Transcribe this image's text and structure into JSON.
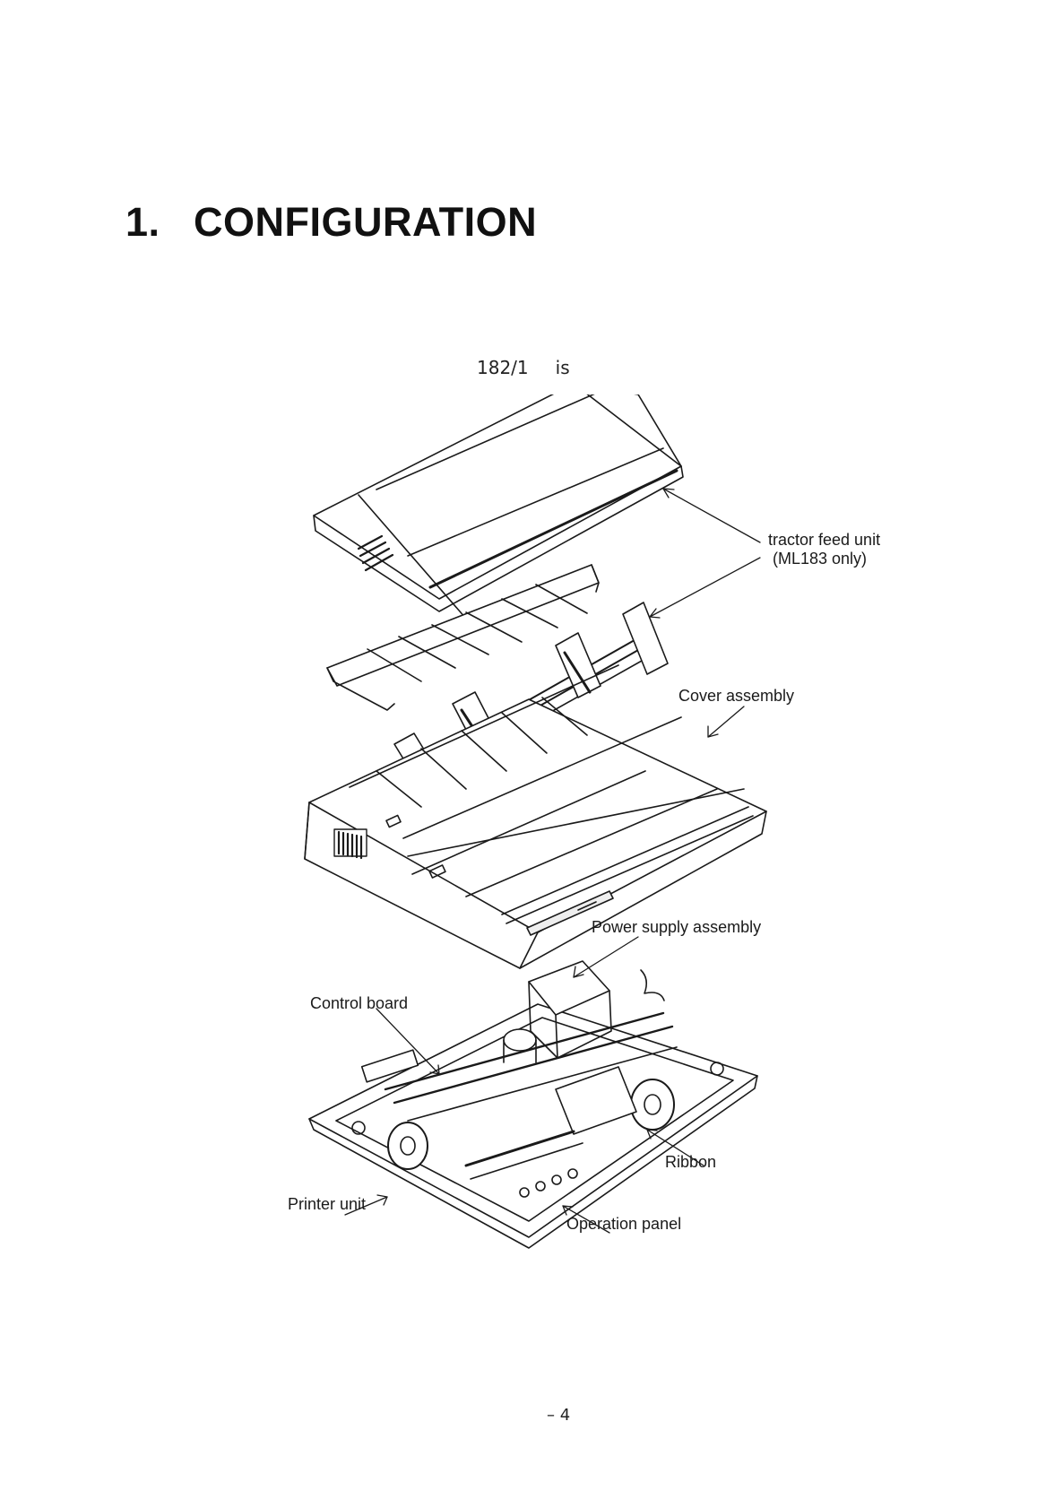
{
  "heading": {
    "number": "1.",
    "title": "CONFIGURATION"
  },
  "intro": {
    "model": "182/1",
    "word": "is"
  },
  "figure": {
    "labels": {
      "tractor_feed_line1": "tractor feed unit",
      "tractor_feed_line2": "(ML183 only)",
      "cover_assembly": "Cover assembly",
      "power_supply_assembly": "Power supply assembly",
      "control_board": "Control board",
      "ribbon": "Ribbon",
      "printer_unit": "Printer unit",
      "operation_panel": "Operation panel"
    }
  },
  "page_number": "– 4"
}
